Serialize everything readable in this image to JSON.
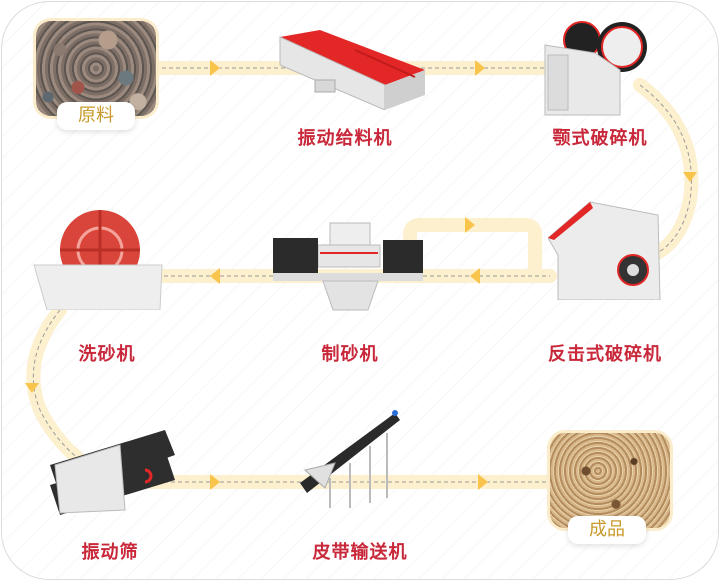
{
  "diagram": {
    "title": "",
    "type": "process-flow",
    "colors": {
      "label_red": "#c8283a",
      "tag_gold": "#c89a2c",
      "flow_band": "#fdf0cf",
      "arrow": "#f8c44c",
      "dash": "#9a9a9a"
    },
    "start": {
      "label": "原料",
      "icon": "raw-stone-photo"
    },
    "end": {
      "label": "成品",
      "icon": "sand-photo"
    },
    "steps": [
      {
        "id": "feeder",
        "label": "振动给料机",
        "icon": "vibrating-feeder-icon"
      },
      {
        "id": "jaw",
        "label": "颚式破碎机",
        "icon": "jaw-crusher-icon"
      },
      {
        "id": "impact",
        "label": "反击式破碎机",
        "icon": "impact-crusher-icon"
      },
      {
        "id": "sandmaker",
        "label": "制砂机",
        "icon": "sand-making-machine-icon"
      },
      {
        "id": "washer",
        "label": "洗砂机",
        "icon": "sand-washer-icon"
      },
      {
        "id": "screen",
        "label": "振动筛",
        "icon": "vibrating-screen-icon"
      },
      {
        "id": "conveyor",
        "label": "皮带输送机",
        "icon": "belt-conveyor-icon"
      }
    ],
    "flow_order": [
      "原料",
      "振动给料机",
      "颚式破碎机",
      "反击式破碎机",
      "制砂机",
      "洗砂机",
      "振动筛",
      "皮带输送机",
      "成品"
    ],
    "loop_back": {
      "from": "制砂机",
      "to": "反击式破碎机"
    }
  }
}
